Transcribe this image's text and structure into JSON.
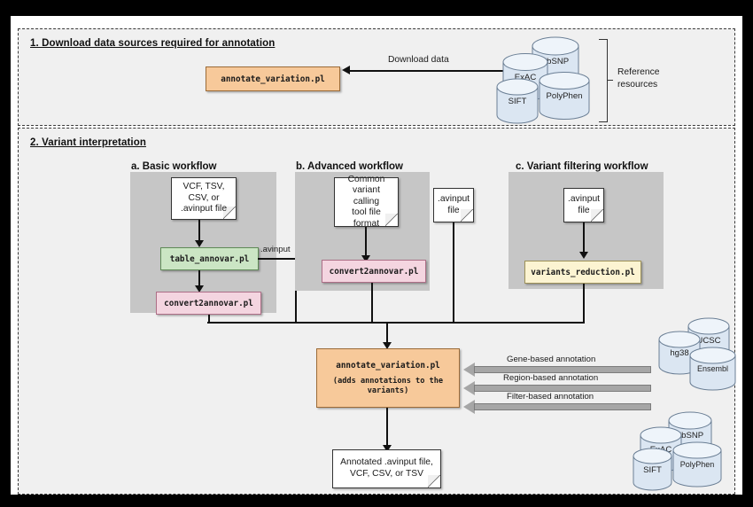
{
  "sections": {
    "one": {
      "title": "1. Download data sources required for annotation"
    },
    "two": {
      "title": "2. Variant interpretation"
    }
  },
  "section1": {
    "program_box": "annotate_variation.pl",
    "arrow_label": "Download data",
    "bracket_label_line1": "Reference",
    "bracket_label_line2": "resources",
    "databases": [
      {
        "name": "dbSNP"
      },
      {
        "name": "ExAC"
      },
      {
        "name": "PolyPhen"
      },
      {
        "name": "SIFT"
      }
    ]
  },
  "workflows": [
    {
      "label": "a. Basic workflow",
      "input_doc": "VCF, TSV,\nCSV, or\n.avinput file",
      "box1": "table_annovar.pl",
      "box2": "convert2annovar.pl",
      "edge_label": ".avinput"
    },
    {
      "label": "b. Advanced workflow",
      "input_doc": "Common\nvariant calling\ntool file\nformat",
      "box1": "convert2annovar.pl",
      "side_doc": ".avinput\nfile"
    },
    {
      "label": "c. Variant filtering workflow",
      "input_doc": ".avinput\nfile",
      "box1": "variants_reduction.pl"
    }
  ],
  "core": {
    "program_box": "annotate_variation.pl",
    "program_sub": "(adds annotations to the\nvariants)",
    "annotation_arrows": [
      "Gene-based annotation",
      "Region-based annotation",
      "Filter-based annotation"
    ],
    "output_doc": "Annotated .avinput file,\nVCF, CSV, or TSV"
  },
  "reference_groups": [
    {
      "databases": [
        {
          "name": "UCSC"
        },
        {
          "name": "hg38"
        },
        {
          "name": "Ensembl"
        }
      ]
    },
    {
      "databases": [
        {
          "name": "dbSNP"
        },
        {
          "name": "ExAC"
        },
        {
          "name": "PolyPhen"
        },
        {
          "name": "SIFT"
        }
      ]
    }
  ],
  "colors": {
    "orange": "#f7c99a",
    "green": "#cbe5c4",
    "pink": "#f4d5e0",
    "yellow": "#fcf4d2",
    "panel_gray": "#c6c6c6",
    "cylinder": "#dbe6f2",
    "arrow_gray": "#a6a6a6"
  }
}
